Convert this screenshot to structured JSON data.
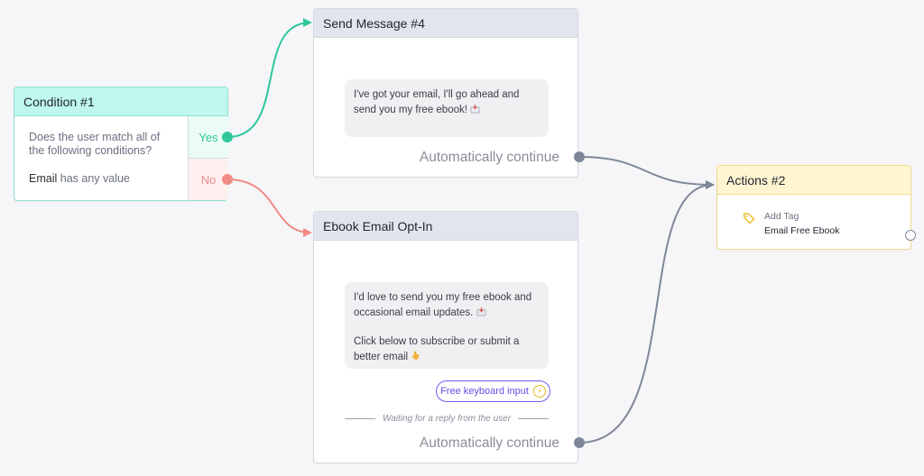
{
  "condition": {
    "title": "Condition #1",
    "question": "Does the user match all of the following conditions?",
    "rule_field": "Email",
    "rule_op": "has any value",
    "yes_label": "Yes",
    "no_label": "No"
  },
  "send_message": {
    "title": "Send Message #4",
    "bubble_text": "I've got your email, I'll go ahead and send you my free ebook!",
    "continue_label": "Automatically continue"
  },
  "ebook": {
    "title": "Ebook Email Opt-In",
    "bubble_text_1": "I'd love to send you my free ebook and occasional email updates.",
    "bubble_text_2": "Click below to subscribe or submit a better email",
    "keyboard_button": "Free keyboard input",
    "waiting_label": "Waiting for a reply from the user",
    "continue_label": "Automatically continue"
  },
  "actions": {
    "title": "Actions #2",
    "action_type": "Add Tag",
    "action_value": "Email Free Ebook"
  },
  "colors": {
    "yes": "#2fc79a",
    "no": "#ef8a85",
    "wire": "#7d8799",
    "accent": "#7a59f0"
  }
}
